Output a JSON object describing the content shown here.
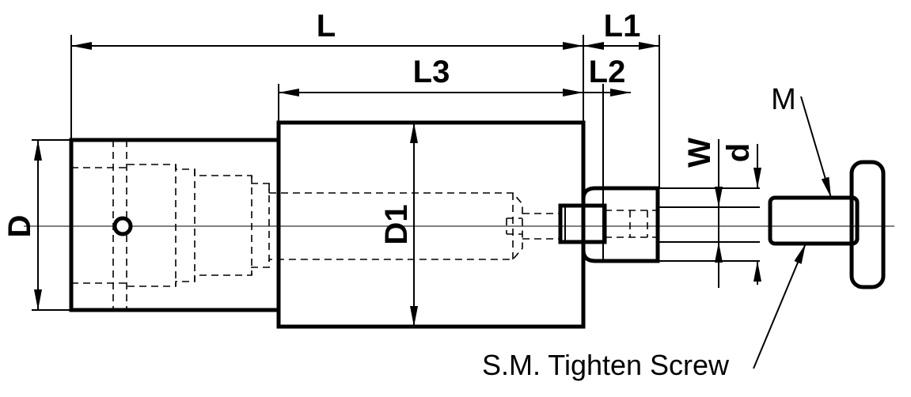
{
  "labels": {
    "L": "L",
    "L1": "L1",
    "L2": "L2",
    "L3": "L3",
    "D": "D",
    "D1": "D1",
    "W": "W",
    "d": "d",
    "M": "M",
    "screw": "S.M. Tighten Screw"
  }
}
